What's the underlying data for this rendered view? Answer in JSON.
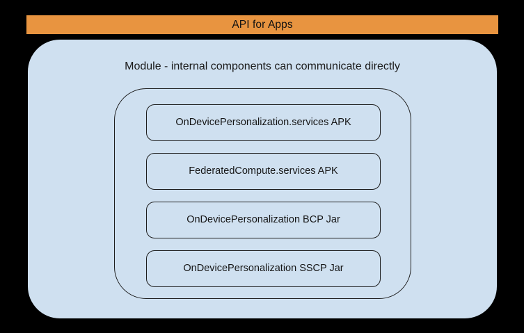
{
  "diagram": {
    "banner": {
      "label": "API for Apps",
      "background_color": "#e89440",
      "text_color": "#111111"
    },
    "module_panel": {
      "caption": "Module - internal components can communicate directly",
      "background_color": "#cfe0f0"
    },
    "inner_container": {
      "stroke_color": "#1d1d1d"
    },
    "components": [
      {
        "label": "OnDevicePersonalization.services APK"
      },
      {
        "label": "FederatedCompute.services APK"
      },
      {
        "label": "OnDevicePersonalization BCP Jar"
      },
      {
        "label": "OnDevicePersonalization SSCP Jar"
      }
    ],
    "canvas": {
      "background_color": "#000000"
    }
  }
}
